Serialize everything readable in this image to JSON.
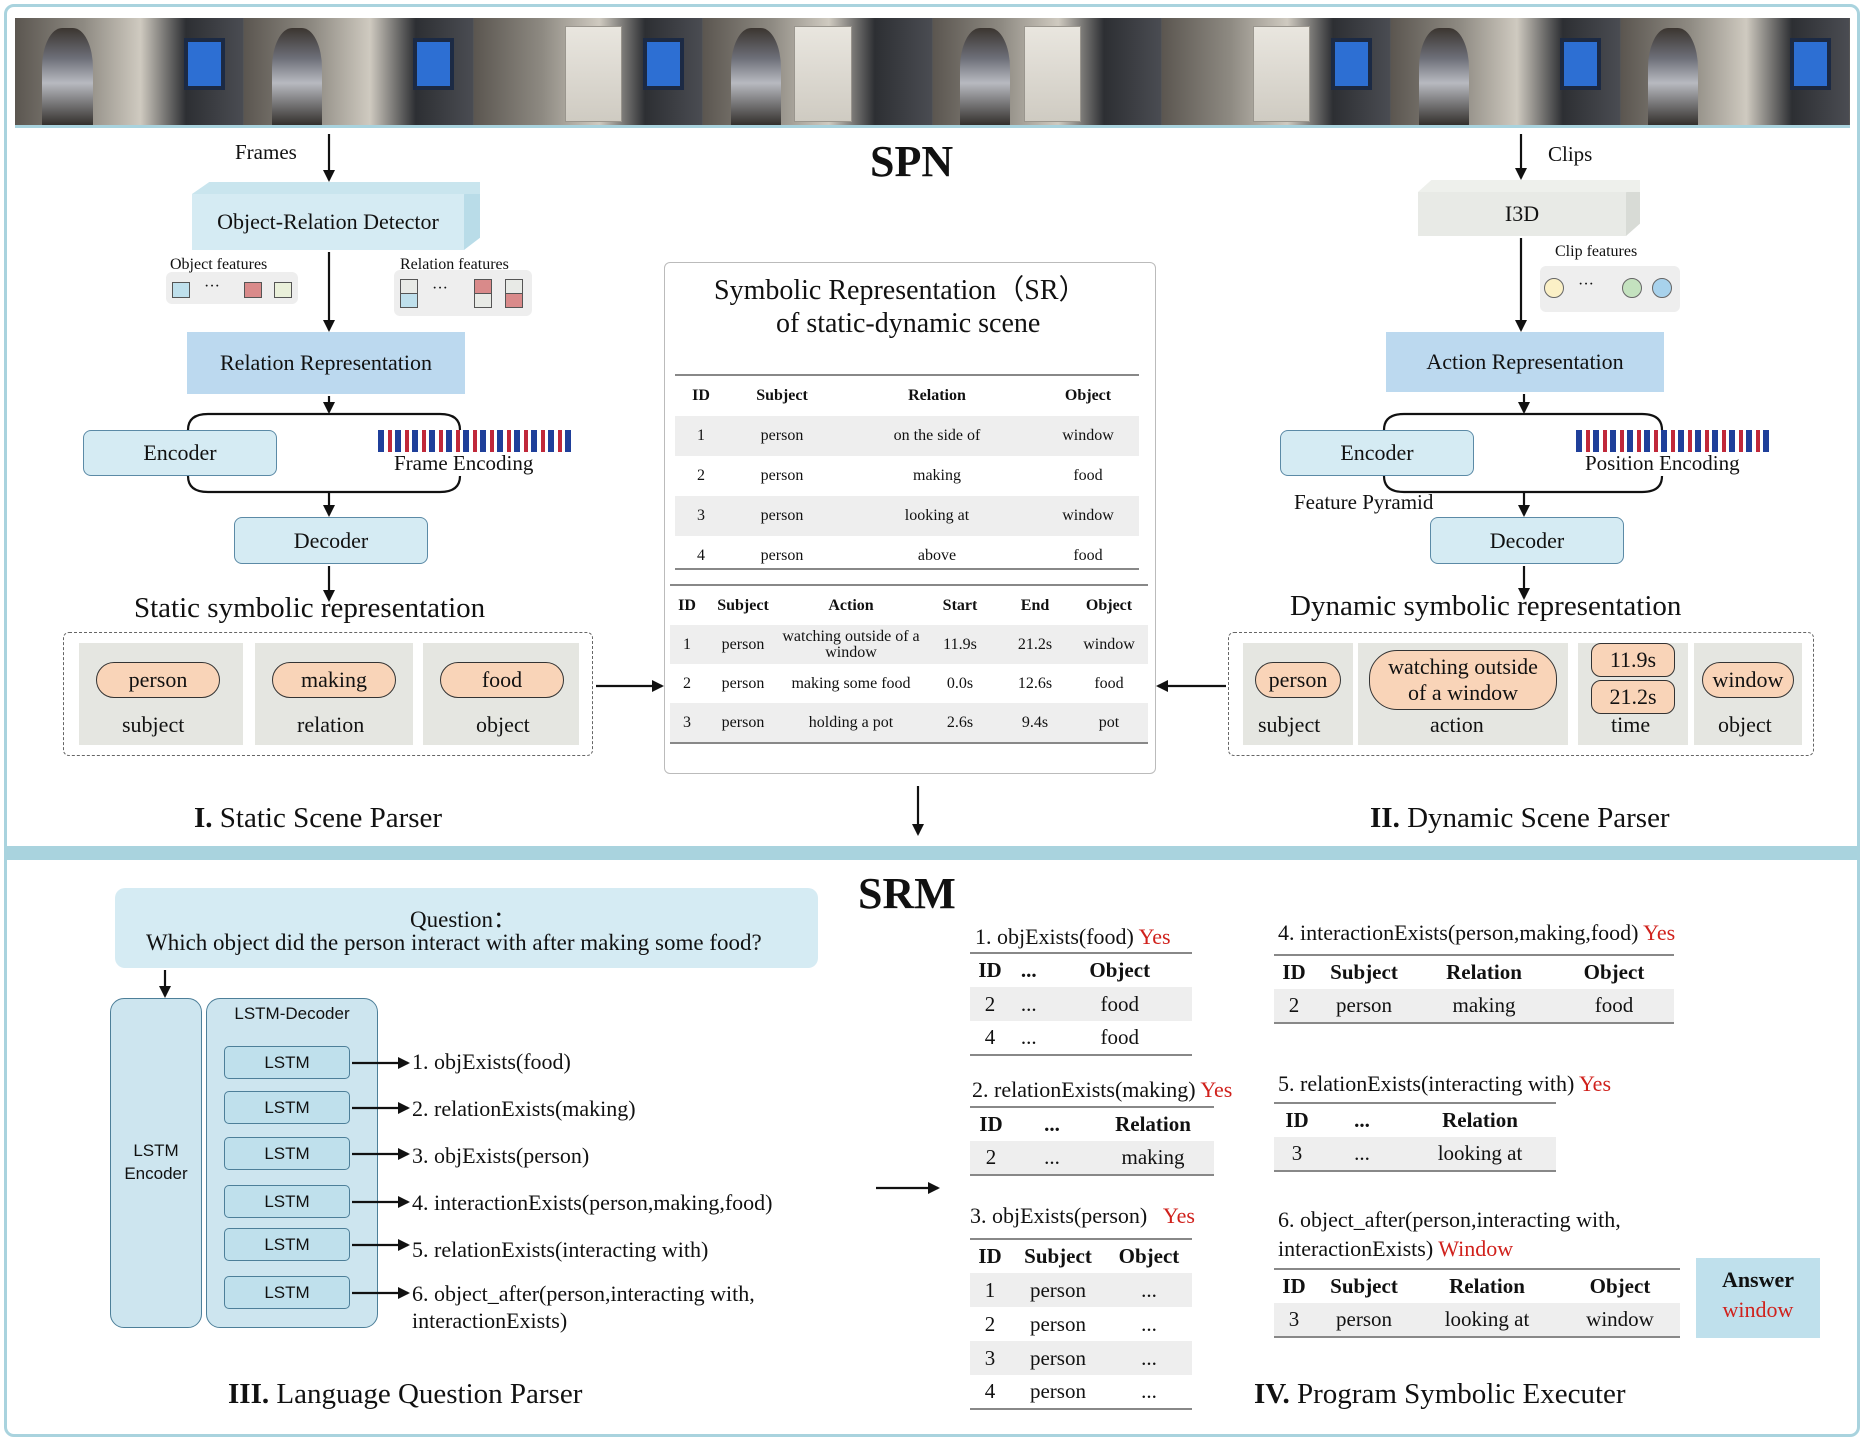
{
  "spn": {
    "title": "SPN",
    "frames_label": "Frames",
    "clips_label": "Clips",
    "object_relation_detector": "Object-Relation Detector",
    "object_features": "Object  features",
    "relation_features": "Relation  features",
    "ellipsis": "···",
    "relation_representation": "Relation Representation",
    "encoder": "Encoder",
    "frame_encoding": "Frame Encoding",
    "decoder": "Decoder",
    "static_symbolic": "Static symbolic representation",
    "static_cells": [
      {
        "pill": "person",
        "label": "subject"
      },
      {
        "pill": "making",
        "label": "relation"
      },
      {
        "pill": "food",
        "label": "object"
      }
    ],
    "static_parser_num": "I.",
    "static_parser": " Static Scene Parser",
    "i3d": "I3D",
    "clip_features": "Clip features",
    "action_representation": "Action Representation",
    "position_encoding": "Position Encoding",
    "feature_pyramid": "Feature Pyramid",
    "dynamic_symbolic": "Dynamic symbolic representation",
    "dynamic_cells": {
      "subject_pill": "person",
      "subject_label": "subject",
      "action_pill": "watching outside of a window",
      "action_label": "action",
      "time_start": "11.9s",
      "time_end": "21.2s",
      "time_label": "time",
      "object_pill": "window",
      "object_label": "object"
    },
    "dynamic_parser_num": "II.",
    "dynamic_parser": " Dynamic Scene Parser"
  },
  "sr": {
    "title_line1": "Symbolic Representation（SR）",
    "title_line2": "of static-dynamic scene",
    "static_headers": [
      "ID",
      "Subject",
      "Relation",
      "Object"
    ],
    "static_rows": [
      [
        "1",
        "person",
        "on the side of",
        "window"
      ],
      [
        "2",
        "person",
        "making",
        "food"
      ],
      [
        "3",
        "person",
        "looking at",
        "window"
      ],
      [
        "4",
        "person",
        "above",
        "food"
      ]
    ],
    "dynamic_headers": [
      "ID",
      "Subject",
      "Action",
      "Start",
      "End",
      "Object"
    ],
    "dynamic_rows": [
      [
        "1",
        "person",
        "watching outside of  a window",
        "11.9s",
        "21.2s",
        "window"
      ],
      [
        "2",
        "person",
        "making some food",
        "0.0s",
        "12.6s",
        "food"
      ],
      [
        "3",
        "person",
        "holding a pot",
        "2.6s",
        "9.4s",
        "pot"
      ]
    ]
  },
  "srm": {
    "title": "SRM",
    "question_label": "Question：",
    "question_text": "Which object did the person interact with after making some food?",
    "lstm_encoder": "LSTM Encoder",
    "lstm_decoder": "LSTM-Decoder",
    "lstm": "LSTM",
    "programs": [
      "1. objExists(food)",
      "2. relationExists(making)",
      "3. objExists(person)",
      "4. interactionExists(person,making,food)",
      "5. relationExists(interacting with)",
      "6. object_after(person,interacting with,",
      "interactionExists)"
    ],
    "language_parser_num": "III.",
    "language_parser": " Language Question Parser",
    "executer_num": "IV.",
    "executer": " Program Symbolic Executer",
    "yes": "Yes",
    "step1": {
      "title": "1. objExists(food)",
      "headers": [
        "ID",
        "...",
        "Object"
      ],
      "rows": [
        [
          "2",
          "...",
          "food"
        ],
        [
          "4",
          "...",
          "food"
        ]
      ]
    },
    "step2": {
      "title": "2. relationExists(making)",
      "headers": [
        "ID",
        "...",
        "Relation"
      ],
      "rows": [
        [
          "2",
          "...",
          "making"
        ]
      ]
    },
    "step3": {
      "title": "3. objExists(person)",
      "headers": [
        "ID",
        "Subject",
        "Object"
      ],
      "rows": [
        [
          "1",
          "person",
          "..."
        ],
        [
          "2",
          "person",
          "..."
        ],
        [
          "3",
          "person",
          "..."
        ],
        [
          "4",
          "person",
          "..."
        ]
      ]
    },
    "step4": {
      "title": "4. interactionExists(person,making,food)",
      "headers": [
        "ID",
        "Subject",
        "Relation",
        "Object"
      ],
      "rows": [
        [
          "2",
          "person",
          "making",
          "food"
        ]
      ]
    },
    "step5": {
      "title": "5. relationExists(interacting with)",
      "headers": [
        "ID",
        "...",
        "Relation"
      ],
      "rows": [
        [
          "3",
          "...",
          "looking at"
        ]
      ]
    },
    "step6": {
      "title_line1": "6. object_after(person,interacting with,",
      "title_line2": "interactionExists)",
      "result": "Window",
      "headers": [
        "ID",
        "Subject",
        "Relation",
        "Object"
      ],
      "rows": [
        [
          "3",
          "person",
          "looking at",
          "window"
        ]
      ]
    },
    "answer_label": "Answer",
    "answer_value": "window"
  },
  "colors": {
    "border": "#a9d3de",
    "red": "#d0211c",
    "pill": "#f9d4b8",
    "box_light": "#d5ebf3"
  }
}
